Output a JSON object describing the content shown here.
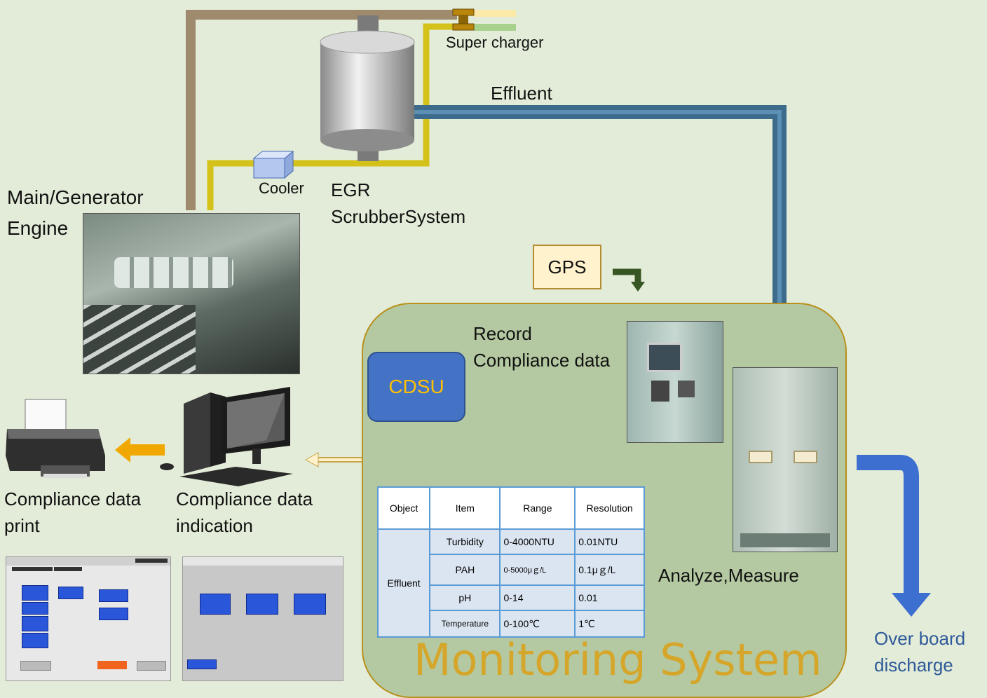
{
  "labels": {
    "super_charger": "Super charger",
    "effluent": "Effluent",
    "cooler": "Cooler",
    "egr_line1": "EGR",
    "egr_line2": "ScrubberSystem",
    "engine_line1": "Main/Generator",
    "engine_line2": "Engine",
    "gps": "GPS",
    "record_line1": "Record",
    "record_line2": "Compliance data",
    "cdsu": "CDSU",
    "analyze": "Analyze,Measure",
    "print_line1": "Compliance data",
    "print_line2": "print",
    "indication_line1": "Compliance data",
    "indication_line2": "indication",
    "overboard_line1": "Over board",
    "overboard_line2": "discharge",
    "monitoring_system": "Monitoring System"
  },
  "table": {
    "headers": [
      "Object",
      "Item",
      "Range",
      "Resolution"
    ],
    "object": "Effluent",
    "rows": [
      {
        "item": "Turbidity",
        "range": "0-4000NTU",
        "resolution": "0.01NTU"
      },
      {
        "item": "PAH",
        "range": "0-5000μｇ/L",
        "resolution": "0.1μｇ/L"
      },
      {
        "item": "pH",
        "range": "0-14",
        "resolution": "0.01"
      },
      {
        "item": "Temperature",
        "range": "0-100℃",
        "resolution": "1℃"
      }
    ]
  },
  "colors": {
    "background": "#e3ecd8",
    "exhaust_pipe": "#a08a6d",
    "egr_pipe": "#d4c21a",
    "effluent_pipe": "#3d6b8c",
    "monitor_box": "#b4c9a1",
    "title": "#d5a62a",
    "cdsu": "#4472c4",
    "overboard_arrow": "#3c6fcf"
  }
}
